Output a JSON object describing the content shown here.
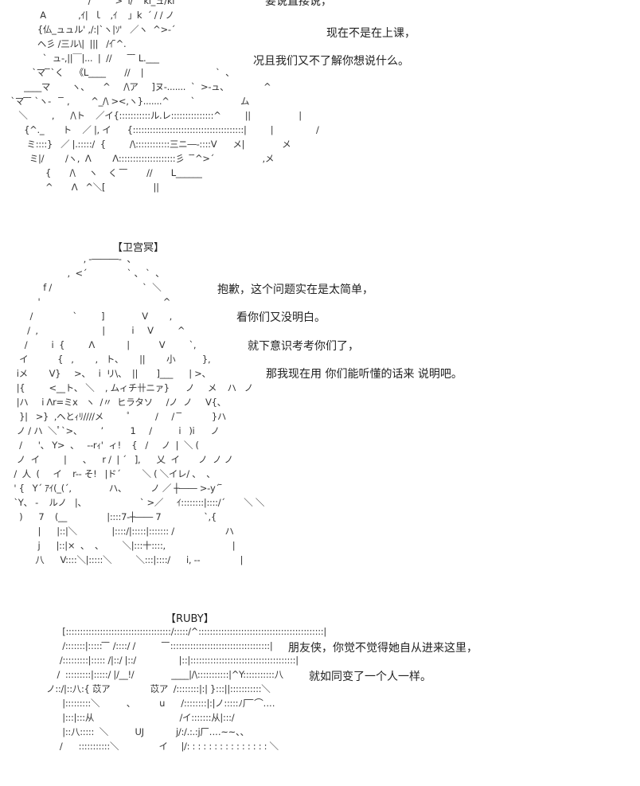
{
  "scene1": {
    "art": [
      "                              /  ̄ ̄      >  l/    kl_ュ/kl",
      "            Α            ,ｲ|  ｌ   ,ｲ    」k  ´ / / ノ",
      "           {仏_ュュル' ,/:|`ヽ|ｿ'   ／ヽ  ^>-´",
      "           ヘ彡 /三ル\\|  |||   /ｲ ̄^.",
      "             `  ュ-,||￣|...  |  //       ̄ ̄ ̄ L.___",
      "         `マ ̄ ̄`く    《L____       //    |                           `  、",
      "      ____マ        ヽ、     ^     /\\ア     ]ヌ-.......  `  >-ュ、             ^",
      " `マ ̄ ̄ ̄ `ヽ-    ̄ ̄ ,        ^_/\\ ><,ヽ}.......^        `                 ム",
      "    ＼         ,      /\\ト    ／イ{:::::::::::ル.レ:::::::::::::::^         ||                  |",
      "      {^._       ト    ／ |, イ      {:::::::::::::::::::::::::::::::::::::::|         |                /",
      "       ミ::::}   ／ |.:::::/  {         /\\::::::::::::三ニ―‐::::V      メ|              メ",
      "        ミ|/        /ヽ,  Λ        Λ::::::::::::::::::::彡   ̄ ̄^>´                  ,メ",
      "              {       /\\     ヽ    く  ̄ ̄ ̄       //       L______",
      "              ^       Λ   ^＼[                  ||"
    ],
    "lines": [
      "要说直接说，",
      "现在不是在上课，",
      "况且我们又不了解你想说什么。"
    ]
  },
  "scene2": {
    "speaker": "【卫宫冥】",
    "art": [
      "                           , -―――-  、",
      "                     ,  <´               ` 、 `  、",
      "            f /                                  `  ＼",
      "          '                                              ^",
      "       /               `         ]              V        ,",
      "      /  ,                        |          i     V         ^",
      "     /         i  {         Λ            |           V         `,",
      "   イ           {   ,        ,   ト、      ||        小          },",
      "  iメ        V}     >、   i  リ\\、  ||       ]___      | >、",
      "  |{         <__ト、 ＼    , ムィチ卄ニァ}      ノ     メ    ハ   ノ",
      "  |ハ     i Λr=ミx   ヽ  /〃  ヒラタソ     /ノ  ノ     V{、",
      "   }|   >}  ,ヘとｨﾘ////メ         ﾟ         /     /  ̄ ̄           }ハ",
      "  ノ / ハ  ＼ﾟ`>、       ’          1     /          i   )i      ノ",
      "   /      '、 Y>  、   --rｨ'  ィ!    {   /     ノ  |  ＼ (",
      "  ノ  イ         |      、    r /  | ´   ],      乂  イ       ノ  ノ ノ",
      " /  人  (     イ    r-- そ!   |ド´        ＼ ( ＼イレ/ 、  、",
      " ' {   Y´ ｱｲ(_(´,              ハ、         ノ ／ ┼―― >-y´ ̄",
      " `Y、 -    ルノ   |、                    ` >／     ｲ::::::::|::::/´       ＼ ＼",
      "   )      7    (__               |::::7-┼―― 7                `,{",
      "          |      |::|＼             |::::/|:::::|::::::: /                   ハ",
      "          j      |::|×  、  、       ＼|:::十::::,                         |",
      "         八      V::::＼|:::::＼         ＼:::|::::/      i, ‐‐               |"
    ],
    "lines": [
      "抱歉，这个问题实在是太简单，",
      "看你们又没明白。",
      "就下意识考考你们了，",
      "那我现在用 你们能听懂的话来 说明吧。"
    ]
  },
  "scene3": {
    "speaker": "【RUBY】",
    "art": [
      "            [:::::::::::::::::::::::::::::::::::::/:::::/^::::::::::::::::::::::::::::::::::::::::::::|",
      "            /:::::::|::::: ̄ ̄ ̄ /::::/ /           ̄ ̄ ̄:::::::::::::::::::::::::::::::::::|",
      "           /:::::::::|::::: /|::/ |::/                |::|:::::::::::::::::::::::::::::::::::::|",
      "          /  :::::::::|:::::/ |/__!/              ____|/\\:::::::::::|^Y:::::::::::八",
      "      ノ::/|::八:{ 苡ア               苡ア  /::::::::|:| }:::||:::::::::::＼",
      "            |:::::::::＼          、         u      /::::::::|:|ノ:::::ﾉ厂 ̄⌒‥‥",
      "            |:::|:::从                                /イ:::::::从|:::/",
      "            |::八:::::  ＼          UJ            j/:/.:.:j厂‥‥~~、、",
      "           /      :::::::::::＼               イ     |/: : : : : : : : : : : : : : : ＼"
    ],
    "lines": [
      "朋友侠，你觉不觉得她自从进来这里，",
      "就如同变了一个人一样。"
    ]
  }
}
